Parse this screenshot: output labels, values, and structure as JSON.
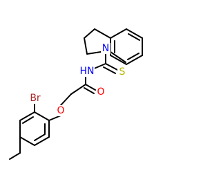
{
  "molecule": {
    "atoms": {
      "nitrogen_ring": {
        "label": "N",
        "color": "#0000ff"
      },
      "nitrogen_amide": {
        "label": "HN",
        "color": "#0000ff"
      },
      "sulfur": {
        "label": "S",
        "color": "#b3b300"
      },
      "oxygen_carbonyl": {
        "label": "O",
        "color": "#ff0000"
      },
      "oxygen_ether": {
        "label": "O",
        "color": "#ff0000"
      },
      "bromine": {
        "label": "Br",
        "color": "#a52a2a"
      }
    }
  }
}
